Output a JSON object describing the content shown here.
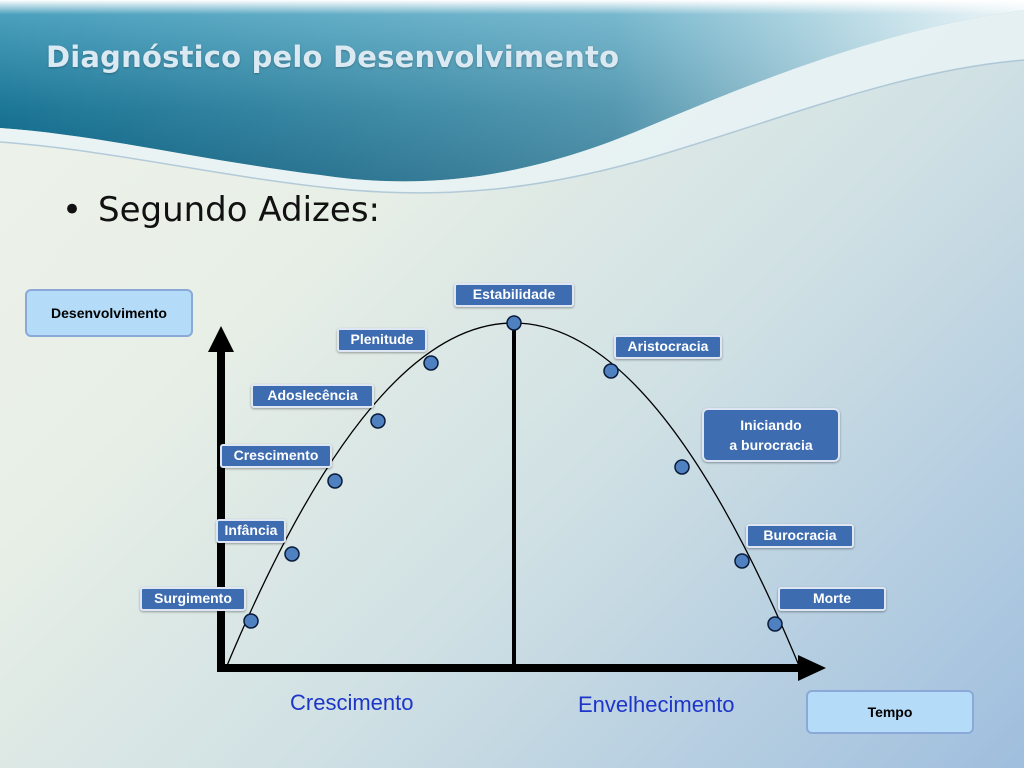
{
  "slide": {
    "title": "Diagnóstico pelo Desenvolvimento",
    "bullet": "Segundo Adizes:",
    "bullet_symbol": "•"
  },
  "axes": {
    "y_label": "Desenvolvimento",
    "x_label": "Tempo"
  },
  "phases": {
    "growth": "Crescimento",
    "aging": "Envelhecimento"
  },
  "stages": [
    {
      "label": "Surgimento"
    },
    {
      "label": "Infância"
    },
    {
      "label": "Crescimento"
    },
    {
      "label": "Adoslecência"
    },
    {
      "label": "Plenitude"
    },
    {
      "label": "Estabilidade"
    },
    {
      "label": "Aristocracia"
    },
    {
      "label": "Iniciando\na burocracia",
      "lines": [
        "Iniciando",
        "a burocracia"
      ]
    },
    {
      "label": "Burocracia"
    },
    {
      "label": "Morte"
    }
  ],
  "colors": {
    "header_dark": "#0b5f80",
    "header_mid": "#2f8aa8",
    "label_fill": "#3d6cb0",
    "label_border": "#dfe6f3",
    "axis_box_fill": "#b4dcf8",
    "marker_fill": "#4f80c0",
    "phase_text": "#1d35c8",
    "axis_line": "#000000"
  }
}
